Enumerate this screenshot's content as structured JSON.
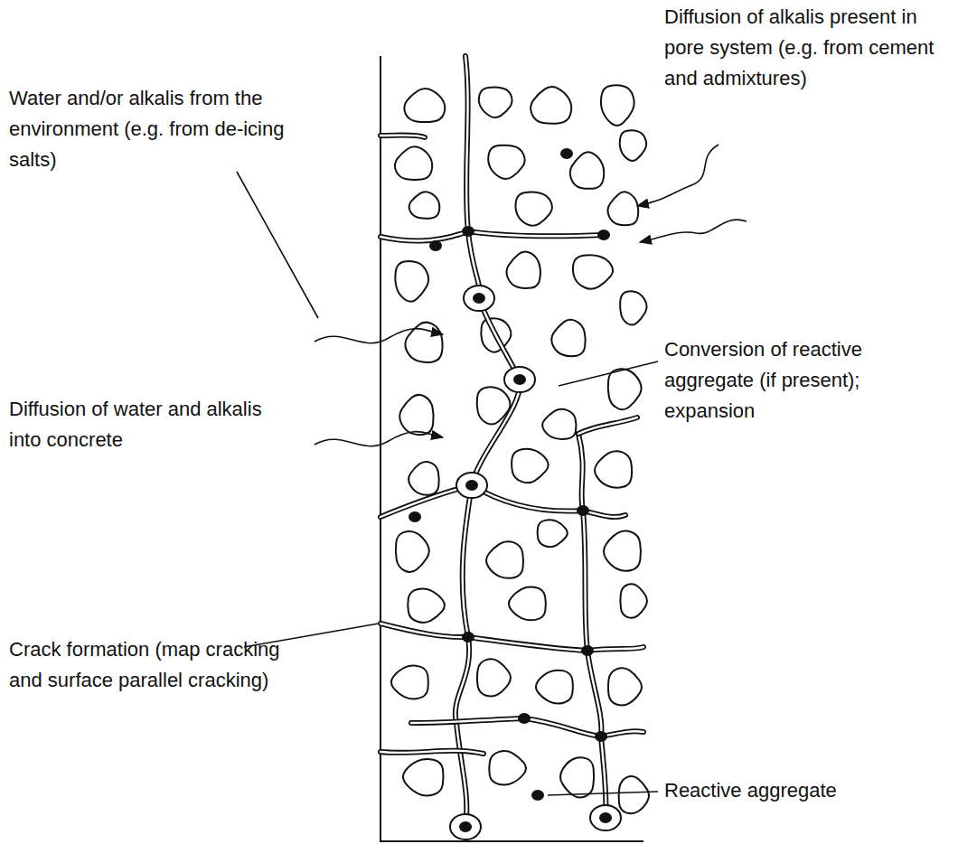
{
  "diagram": {
    "labels": [
      "Water and/or alkalis from the environment (e.g. from de-icing salts)",
      "Diffusion of alkalis present in pore system (e.g. from cement and admixtures)",
      "Conversion of reactive aggregate (if present); expansion",
      "Diffusion of water and alkalis into concrete",
      "Crack formation (map cracking and surface parallel cracking)",
      "Reactive aggregate"
    ]
  }
}
